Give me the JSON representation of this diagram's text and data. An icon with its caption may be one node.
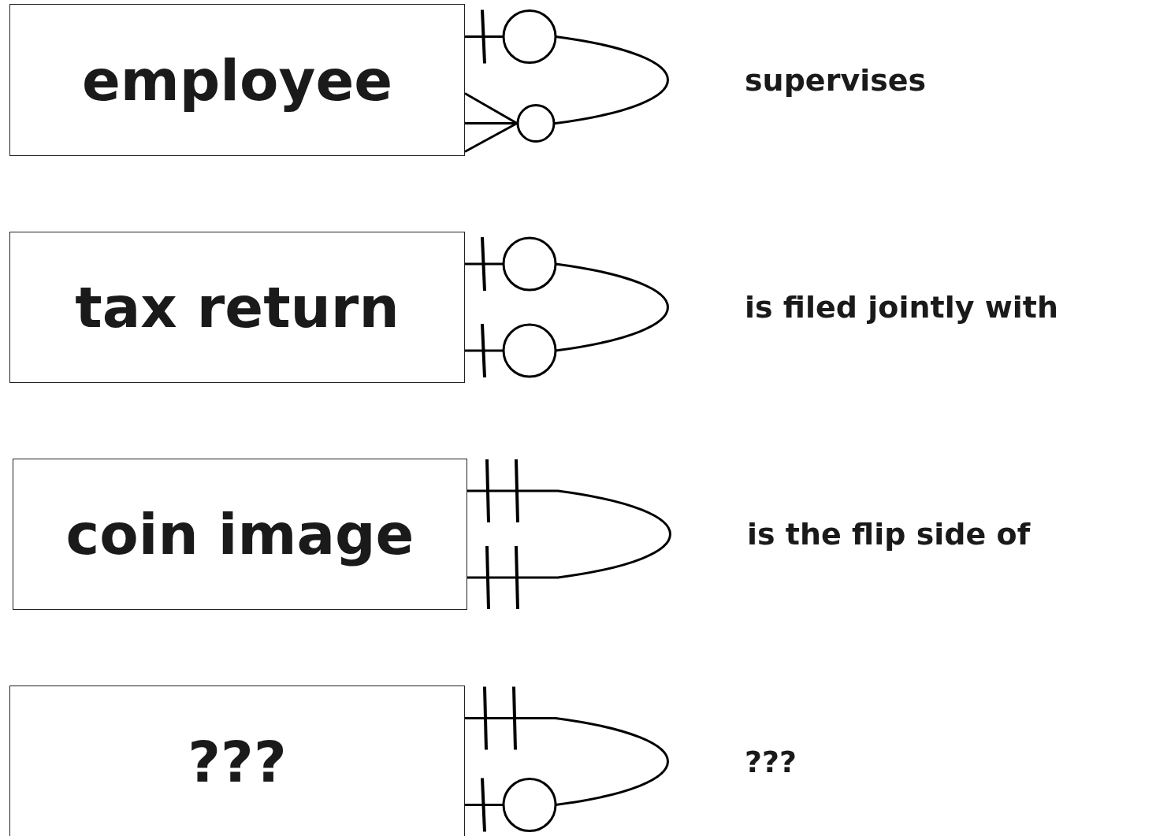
{
  "diagram": {
    "nodes": [
      {
        "text": [
          "employee"
        ]
      },
      {
        "text": [
          "tax return"
        ]
      },
      {
        "text": [
          "coin image"
        ]
      },
      {
        "text": [
          "???"
        ]
      }
    ],
    "edges": [
      {
        "from": 0,
        "to": 0,
        "arrow": "other",
        "label": "supervises"
      },
      {
        "from": 1,
        "to": 1,
        "arrow": "other",
        "label": "is filed jointly with"
      },
      {
        "from": 2,
        "to": 2,
        "arrow": "other",
        "label": "is the flip side of"
      },
      {
        "from": 3,
        "to": 3,
        "arrow": "other",
        "label": "???"
      }
    ]
  }
}
